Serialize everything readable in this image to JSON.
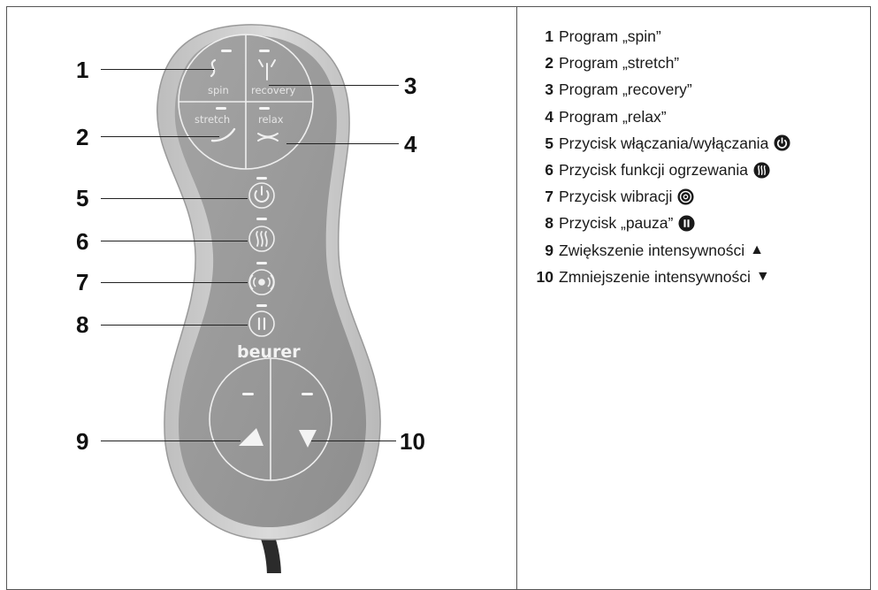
{
  "remote": {
    "button_labels": {
      "spin": "spin",
      "recovery": "recovery",
      "stretch": "stretch",
      "relax": "relax"
    },
    "brand": "beurer"
  },
  "callouts": [
    "1",
    "2",
    "3",
    "4",
    "5",
    "6",
    "7",
    "8",
    "9",
    "10"
  ],
  "legend": [
    {
      "num": "1",
      "text": "Program „spin”"
    },
    {
      "num": "2",
      "text": "Program „stretch”"
    },
    {
      "num": "3",
      "text": "Program „recovery”"
    },
    {
      "num": "4",
      "text": "Program „relax”"
    },
    {
      "num": "5",
      "text": "Przycisk włączania/wyłączania",
      "icon": "power-icon"
    },
    {
      "num": "6",
      "text": "Przycisk funkcji ogrzewania",
      "icon": "heat-icon"
    },
    {
      "num": "7",
      "text": "Przycisk wibracji",
      "icon": "vibration-icon"
    },
    {
      "num": "8",
      "text": "Przycisk „pauza”",
      "icon": "pause-icon"
    },
    {
      "num": "9",
      "text": "Zwiększenie intensywności",
      "symbol": "▲"
    },
    {
      "num": "10",
      "text": "Zmniejszenie intensywności",
      "symbol": "▼"
    }
  ]
}
